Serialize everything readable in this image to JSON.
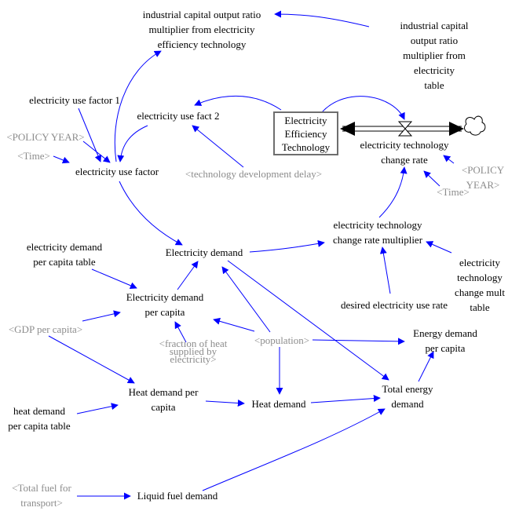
{
  "colors": {
    "link": "#0000ff",
    "flow": "#000000",
    "shadow_text": "#8c8c8c",
    "stock_border": "#6e6e6e"
  },
  "nodes": {
    "ind_cap_mult": "industrial capital output ratio\nmultiplier from electricity\nefficiency technology",
    "ind_cap_table": "industrial capital output ratio\nmultiplier from electricity\ntable",
    "elec_use_factor_1": "electricity use factor 1",
    "elec_use_fact_2": "electricity use fact 2",
    "policy_year_1": "<POLICY YEAR>",
    "time_1": "<Time>",
    "elec_use_factor": "electricity use factor",
    "tech_dev_delay": "<technology development delay>",
    "stock": "Electricity\nEfficiency\nTechnology",
    "tech_change_rate": "electricity technology\nchange rate",
    "policy_year_2": "<POLICY YEAR>",
    "time_2": "<Time>",
    "tech_change_mult": "electricity technology\nchange rate multiplier",
    "tech_change_mult_table": "electricity technology\nchange mult table",
    "desired_use_rate": "desired electricity use rate",
    "elec_demand_table": "electricity demand\nper capita table",
    "elec_demand": "Electricity demand",
    "elec_demand_pc": "Electricity demand\nper capita",
    "gdp_pc": "<GDP per capita>",
    "frac_heat": "<fraction of heat\nsupplied by\nelectricity>",
    "population": "<population>",
    "energy_demand_pc": "Energy demand\nper capita",
    "heat_demand_pc": "Heat demand per\ncapita",
    "heat_table": "heat demand\nper capita table",
    "heat_demand": "Heat demand",
    "total_energy": "Total energy\ndemand",
    "total_fuel": "<Total fuel for\ntransport>",
    "liquid_fuel": "Liquid fuel demand"
  }
}
